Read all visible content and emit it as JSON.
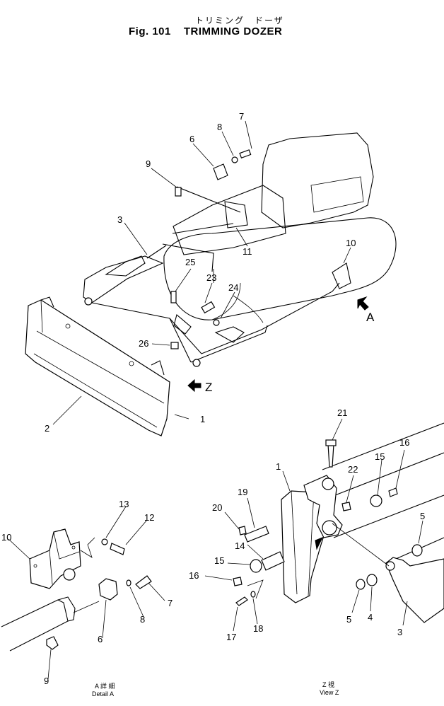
{
  "title": {
    "japanese": "トリミング　ドーザ",
    "figure": "Fig. 101",
    "name": "TRIMMING DOZER"
  },
  "arrows": {
    "view_a": "A",
    "view_z": "Z"
  },
  "main_callouts": [
    "1",
    "2",
    "3",
    "6",
    "7",
    "8",
    "9",
    "10",
    "11",
    "23",
    "24",
    "25",
    "26"
  ],
  "detail_a_callouts": [
    "6",
    "7",
    "8",
    "9",
    "10",
    "12",
    "13"
  ],
  "view_z_callouts": [
    "1",
    "3",
    "4",
    "5",
    "5",
    "14",
    "15",
    "15",
    "16",
    "16",
    "17",
    "18",
    "19",
    "20",
    "21",
    "22"
  ],
  "captions": {
    "detail_a_jp": "A 詳 細",
    "detail_a_en": "Detail A",
    "view_z_jp": "Z 視",
    "view_z_en": "View Z"
  }
}
